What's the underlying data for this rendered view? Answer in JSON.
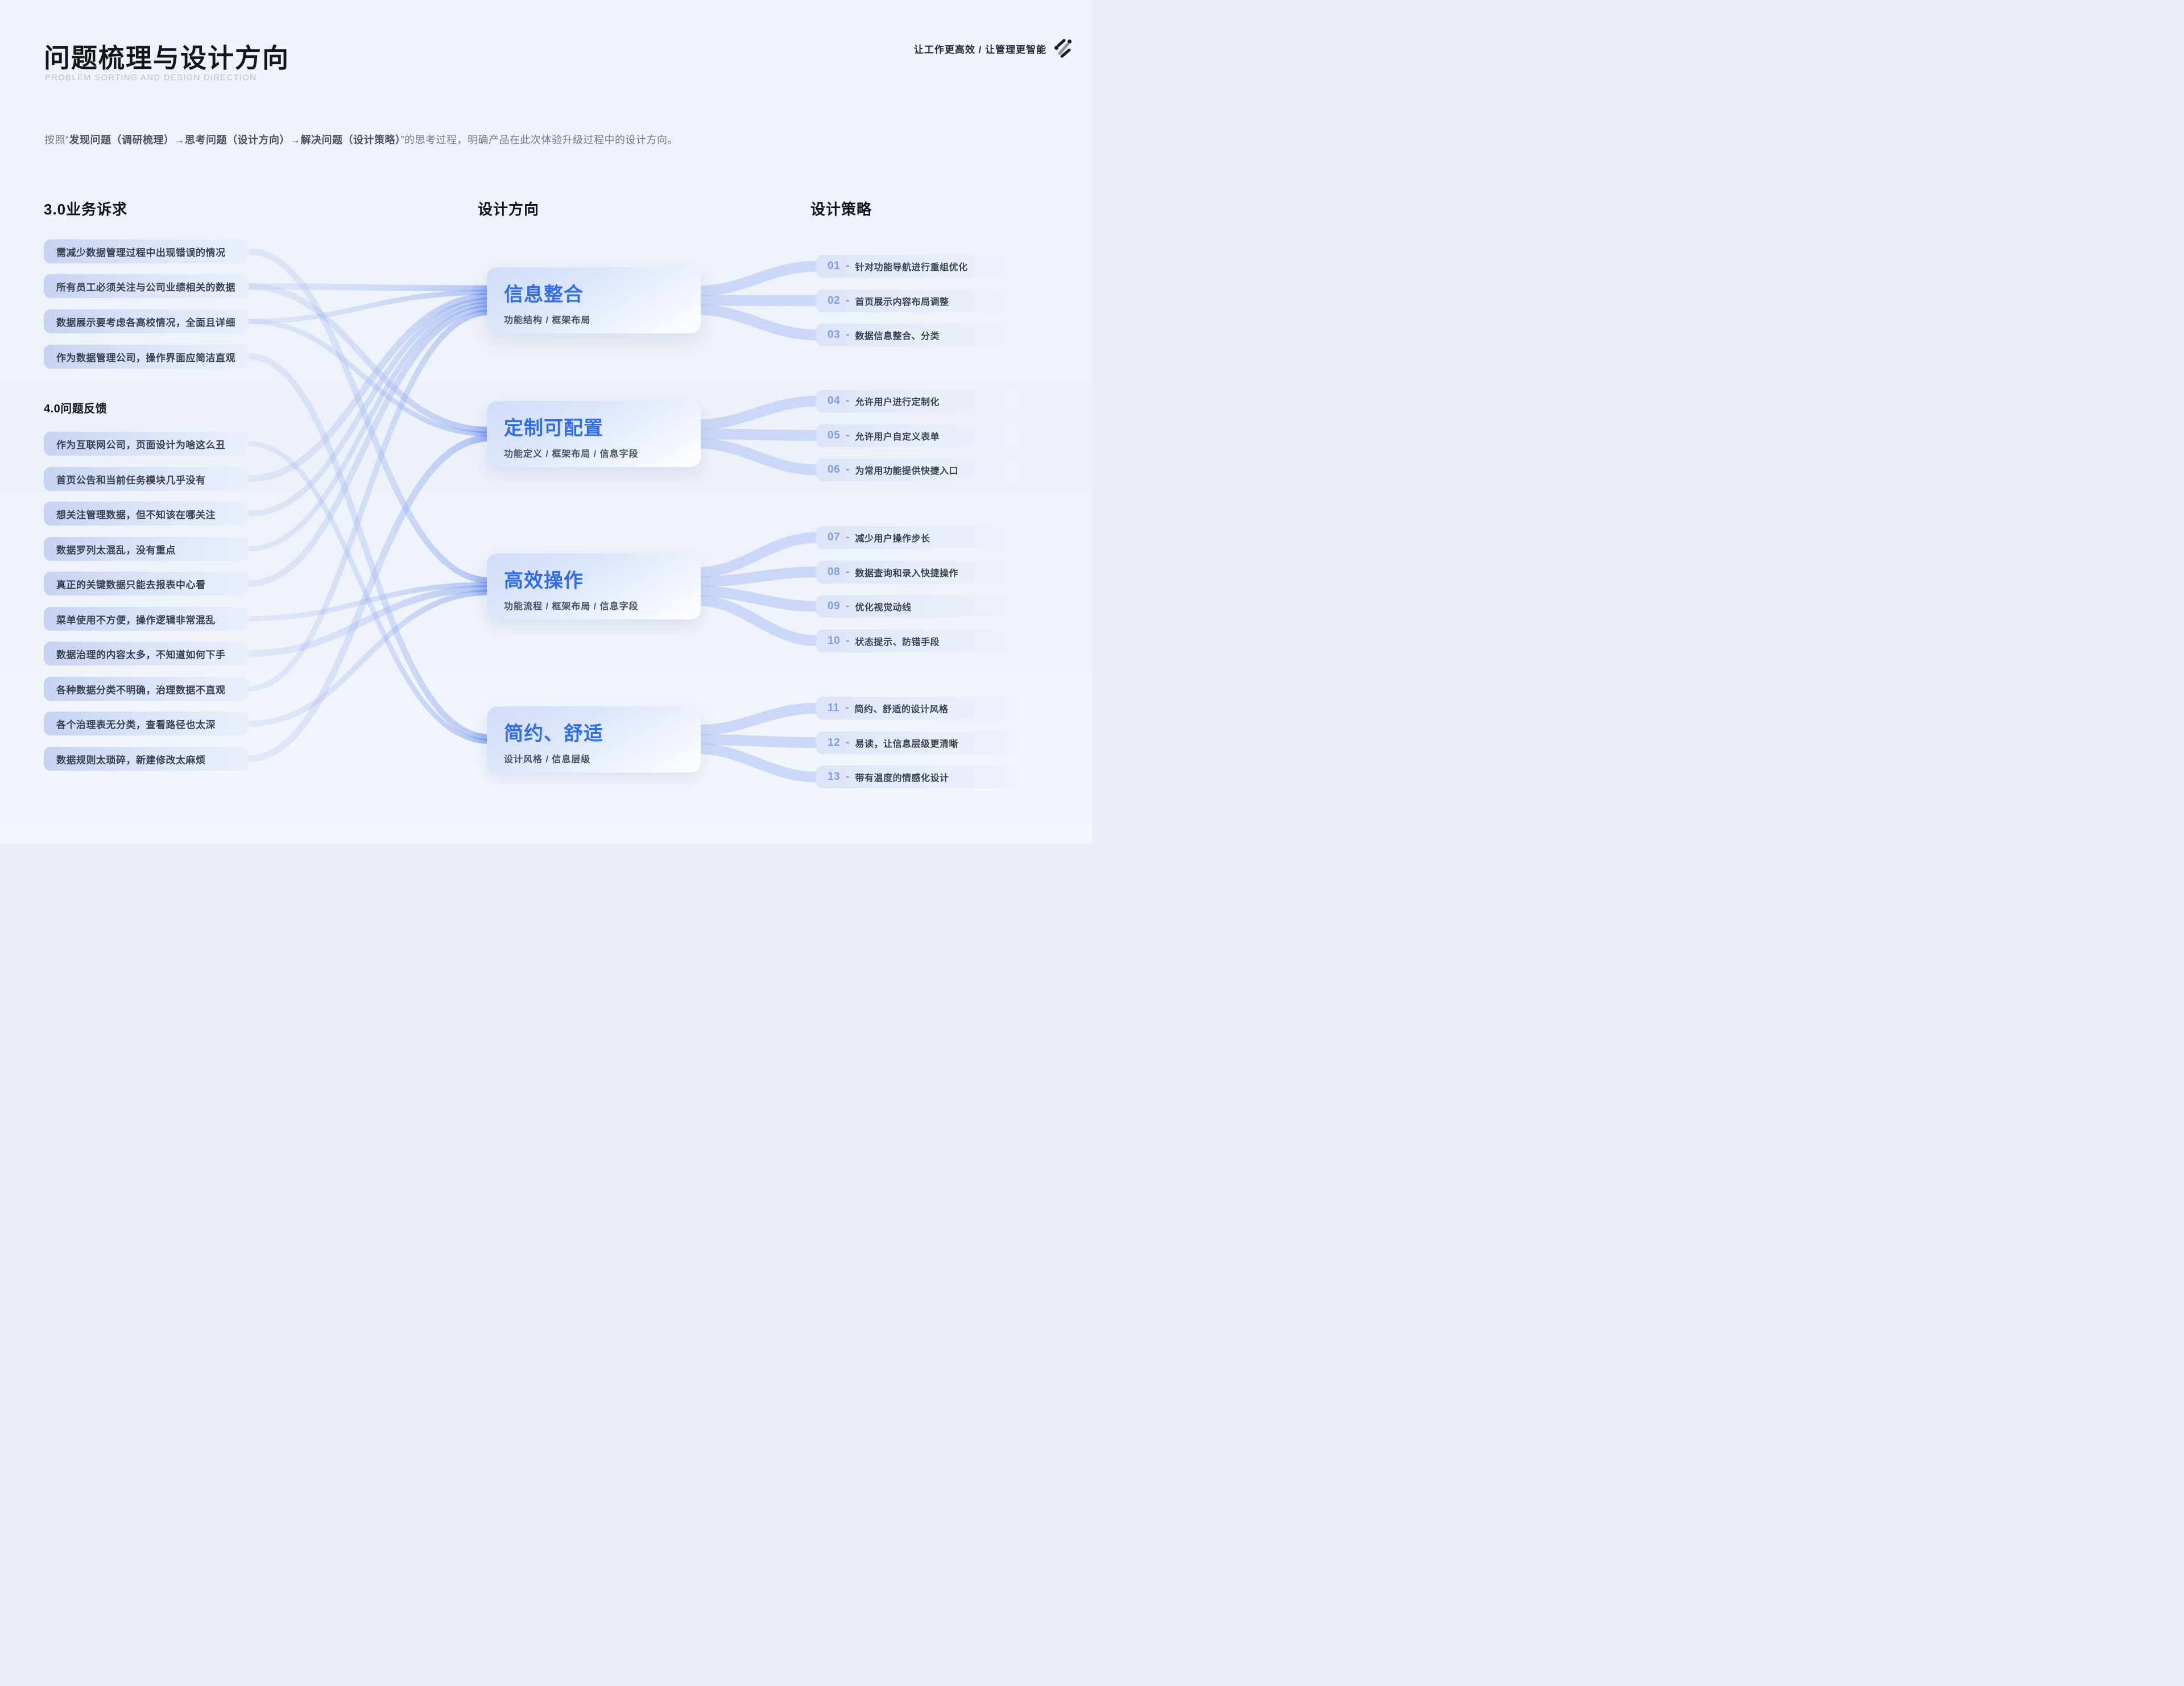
{
  "header": {
    "title": "问题梳理与设计方向",
    "subtitle": "PROBLEM SORTING AND DESIGN DIRECTION",
    "tagline": "让工作更高效 / 让管理更智能",
    "logo_icon": "dots-link-logo"
  },
  "intro": {
    "prefix": "按照“",
    "bold1": "发现问题（调研梳理）",
    "arrow1": "→",
    "bold2": "思考问题（设计方向）",
    "arrow2": "→",
    "bold3": "解决问题（设计策略）",
    "suffix": "”的思考过程，明确产品在此次体验升级过程中的设计方向。"
  },
  "left": {
    "section1_title": "3.0业务诉求",
    "section1_items": [
      "需减少数据管理过程中出现错误的情况",
      "所有员工必须关注与公司业绩相关的数据",
      "数据展示要考虑各高校情况，全面且详细",
      "作为数据管理公司，操作界面应简洁直观"
    ],
    "section2_title": "4.0问题反馈",
    "section2_items": [
      "作为互联网公司，页面设计为啥这么丑",
      "首页公告和当前任务模块几乎没有",
      "想关注管理数据，但不知该在哪关注",
      "数据罗列太混乱，没有重点",
      "真正的关键数据只能去报表中心看",
      "菜单使用不方便，操作逻辑非常混乱",
      "数据治理的内容太多，不知道如何下手",
      "各种数据分类不明确，治理数据不直观",
      "各个治理表无分类，查看路径也太深",
      "数据规则太琐碎，新建修改太麻烦"
    ]
  },
  "middle": {
    "title": "设计方向",
    "cards": [
      {
        "title": "信息整合",
        "subtitle": "功能结构 / 框架布局"
      },
      {
        "title": "定制可配置",
        "subtitle": "功能定义 / 框架布局 / 信息字段"
      },
      {
        "title": "高效操作",
        "subtitle": "功能流程 / 框架布局 / 信息字段"
      },
      {
        "title": "简约、舒适",
        "subtitle": "设计风格 / 信息层级"
      }
    ]
  },
  "right": {
    "title": "设计策略",
    "separator": "-",
    "items": [
      {
        "num": "01",
        "text": "针对功能导航进行重组优化"
      },
      {
        "num": "02",
        "text": "首页展示内容布局调整"
      },
      {
        "num": "03",
        "text": "数据信息整合、分类"
      },
      {
        "num": "04",
        "text": "允许用户进行定制化"
      },
      {
        "num": "05",
        "text": "允许用户自定义表单"
      },
      {
        "num": "06",
        "text": "为常用功能提供快捷入口"
      },
      {
        "num": "07",
        "text": "减少用户操作步长"
      },
      {
        "num": "08",
        "text": "数据查询和录入快捷操作"
      },
      {
        "num": "09",
        "text": "优化视觉动线"
      },
      {
        "num": "10",
        "text": "状态提示、防错手段"
      },
      {
        "num": "11",
        "text": "简约、舒适的设计风格"
      },
      {
        "num": "12",
        "text": "易读，让信息层级更清晰"
      },
      {
        "num": "13",
        "text": "带有温度的情感化设计"
      }
    ]
  },
  "flows": {
    "left_to_direction": [
      [
        0,
        2
      ],
      [
        1,
        0
      ],
      [
        1,
        1
      ],
      [
        2,
        0
      ],
      [
        2,
        1
      ],
      [
        3,
        3
      ],
      [
        4,
        3
      ],
      [
        5,
        0
      ],
      [
        6,
        0
      ],
      [
        7,
        0
      ],
      [
        8,
        0
      ],
      [
        9,
        2
      ],
      [
        10,
        2
      ],
      [
        11,
        0
      ],
      [
        12,
        2
      ],
      [
        13,
        1
      ]
    ],
    "direction_to_strategy": [
      [
        0,
        [
          0,
          1,
          2
        ]
      ],
      [
        1,
        [
          3,
          4,
          5
        ]
      ],
      [
        2,
        [
          6,
          7,
          8,
          9
        ]
      ],
      [
        3,
        [
          10,
          11,
          12
        ]
      ]
    ]
  },
  "colors": {
    "accent_blue": "#2e6cf4",
    "number_blue": "#7e9aec",
    "ribbon_light": "#c7d4f5",
    "ribbon_dark": "#4e78ee",
    "text_dark": "#3b4150",
    "heading": "#10141d",
    "background": "#eff2f9"
  }
}
